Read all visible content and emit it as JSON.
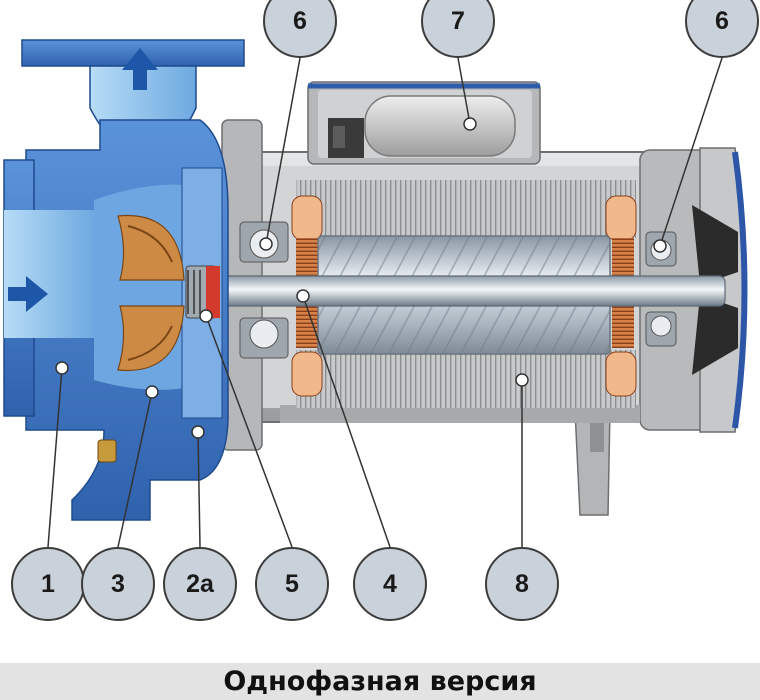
{
  "caption": "Однофазная версия",
  "callouts": {
    "c1": "1",
    "c3": "3",
    "c2a": "2a",
    "c5": "5",
    "c4": "4",
    "c8": "8",
    "c6_left": "6",
    "c7": "7",
    "c6_right": "6"
  },
  "colors": {
    "pump_body": "#3f78c6",
    "pump_body_light": "#8fc4ee",
    "impeller": "#c8803a",
    "motor_housing": "#c4c6c8",
    "windings": "#f0b487",
    "callout_fill": "#c9d1da",
    "caption_bar": "#e3e3e3"
  }
}
